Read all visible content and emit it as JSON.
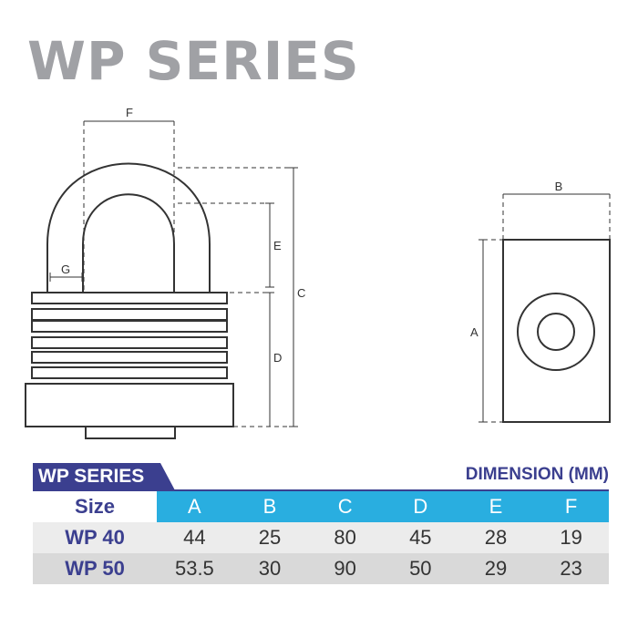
{
  "title": "WP SERIES",
  "diagram": {
    "front_labels": [
      "F",
      "E",
      "C",
      "D",
      "G"
    ],
    "side_labels": [
      "B",
      "A"
    ]
  },
  "table": {
    "tag": "WP SERIES",
    "dimension_title": "DIMENSION (MM)",
    "header_label": "Size",
    "columns": [
      "A",
      "B",
      "C",
      "D",
      "E",
      "F"
    ],
    "rows": [
      {
        "size": "WP 40",
        "values": [
          "44",
          "25",
          "80",
          "45",
          "28",
          "19"
        ]
      },
      {
        "size": "WP 50",
        "values": [
          "53.5",
          "30",
          "90",
          "50",
          "29",
          "23"
        ]
      }
    ]
  },
  "colors": {
    "title_gray": "#a0a1a5",
    "navy": "#3b3f8f",
    "header_blue": "#29aee0",
    "row_light": "#ececec",
    "row_dark": "#d9d9d9"
  }
}
